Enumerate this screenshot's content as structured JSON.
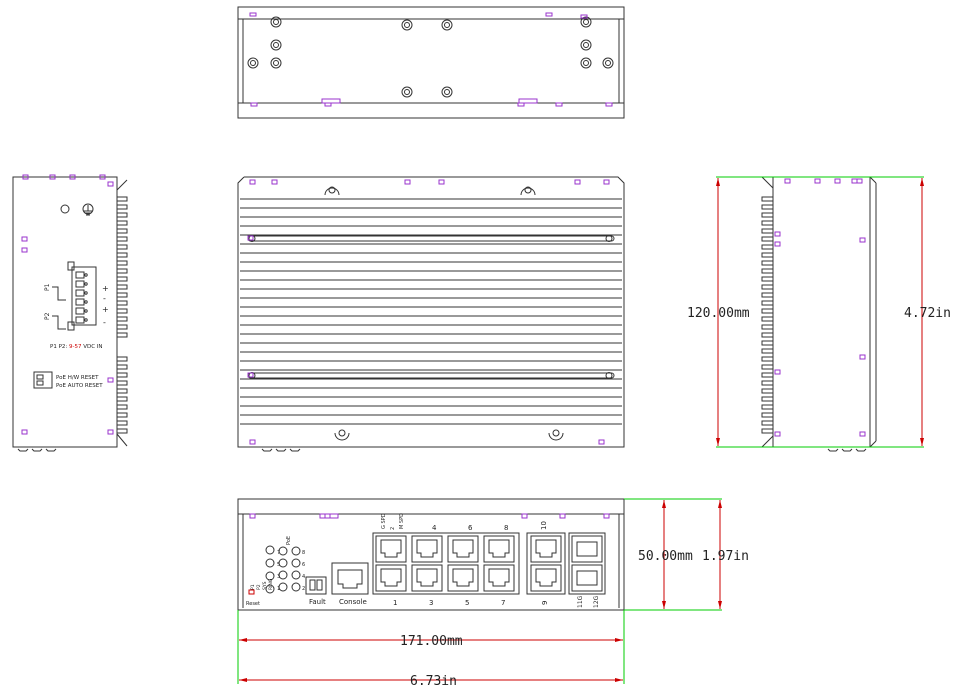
{
  "dimensions": {
    "height_mm": "120.00mm",
    "height_in": "4.72in",
    "depth_mm": "50.00mm",
    "depth_in": "1.97in",
    "width_mm": "171.00mm",
    "width_in": "6.73in"
  },
  "left_panel": {
    "power_label": "P1 P2:",
    "power_range": "9-57",
    "power_suffix": "VDC IN",
    "p1": "P1",
    "p2": "P2",
    "plus1": "+",
    "minus1": "-",
    "plus2": "+",
    "minus2": "-",
    "dip1": "PoE H/W RESET",
    "dip2": "PoE AUTO RESET"
  },
  "front_panel": {
    "reset": "Reset",
    "fault": "Fault",
    "console": "Console",
    "poe_header": "PoE",
    "led_labels": [
      "P1",
      "P2",
      "SYS",
      "RING"
    ],
    "led_numbers": [
      "1",
      "2",
      "3",
      "4",
      "5",
      "6",
      "7",
      "8"
    ],
    "port_bottom": [
      "1",
      "3",
      "5",
      "7"
    ],
    "port_top": [
      "2",
      "4",
      "6",
      "8"
    ],
    "port_top_small": [
      "G SPD",
      "M SPD"
    ],
    "uplink_top": "10",
    "uplink_bottom": "9",
    "sfp_labels": [
      "11G",
      "12G"
    ]
  },
  "colors": {
    "line": "#333333",
    "dimension": "#cc0000",
    "extension": "#00cc00",
    "hole": "#9933cc"
  }
}
